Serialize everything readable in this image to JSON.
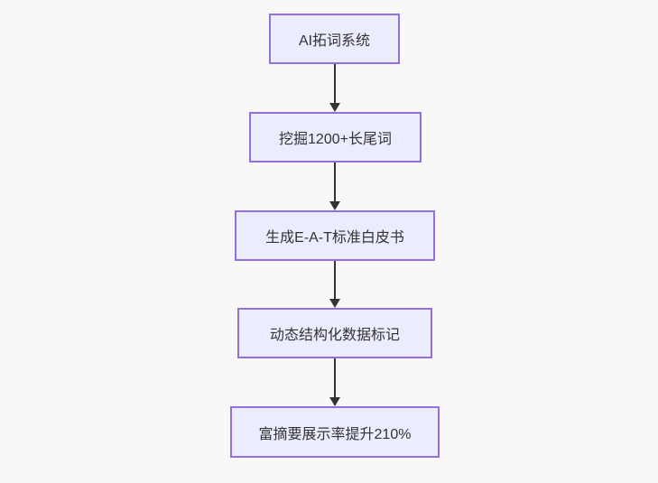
{
  "diagram": {
    "type": "flowchart",
    "direction": "top-down",
    "nodes": [
      {
        "id": "A",
        "label": "AI拓词系统"
      },
      {
        "id": "B",
        "label": "挖掘1200+长尾词"
      },
      {
        "id": "C",
        "label": "生成E-A-T标准白皮书"
      },
      {
        "id": "D",
        "label": "动态结构化数据标记"
      },
      {
        "id": "E",
        "label": "富摘要展示率提升210%"
      }
    ],
    "edges": [
      {
        "from": "A",
        "to": "B"
      },
      {
        "from": "B",
        "to": "C"
      },
      {
        "from": "C",
        "to": "D"
      },
      {
        "from": "D",
        "to": "E"
      }
    ],
    "colors": {
      "node_fill": "#ececff",
      "node_border": "#9370db",
      "edge": "#333333",
      "text": "#333333",
      "background": "#f8f8f8"
    }
  }
}
